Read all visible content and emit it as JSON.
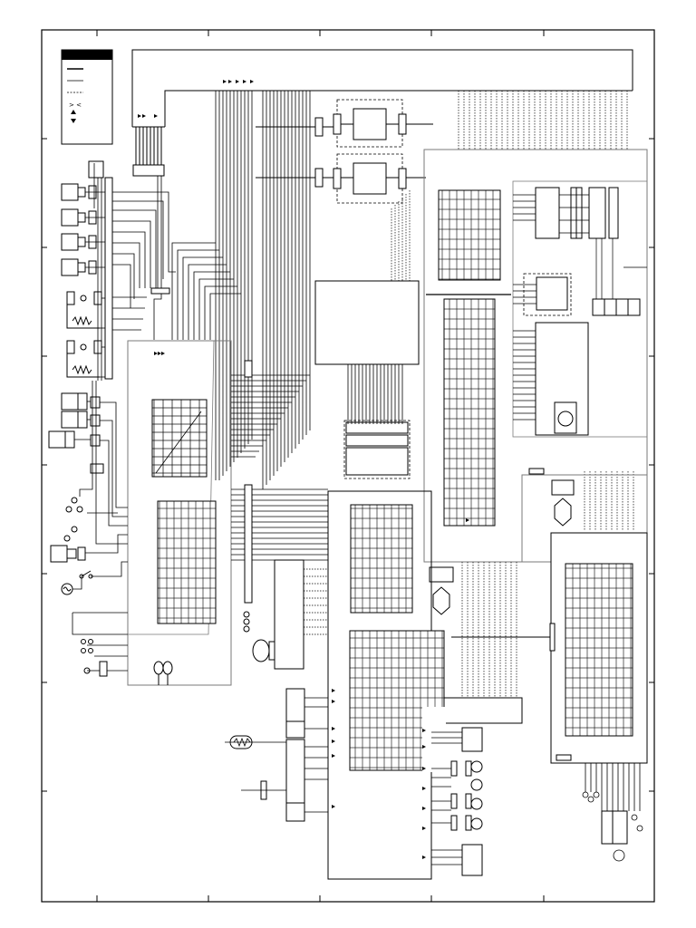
{
  "diagram": {
    "kind": "electrical wiring schematic",
    "readable_labels": false,
    "colors": {
      "ink": "#000000",
      "paper": "#ffffff",
      "frame_gray": "#7a7a7a"
    },
    "components": {
      "legend": "legend-box",
      "boards": [
        "main-board-left",
        "board-center-top",
        "board-center",
        "board-center-lower",
        "board-right-upper",
        "board-right-lower"
      ],
      "relays": [
        "relay-a",
        "relay-b"
      ],
      "ic_tables": [
        "table-left-top",
        "table-left",
        "table-center-top",
        "table-center-mid",
        "table-center-low",
        "table-right",
        "table-right-low"
      ]
    }
  }
}
